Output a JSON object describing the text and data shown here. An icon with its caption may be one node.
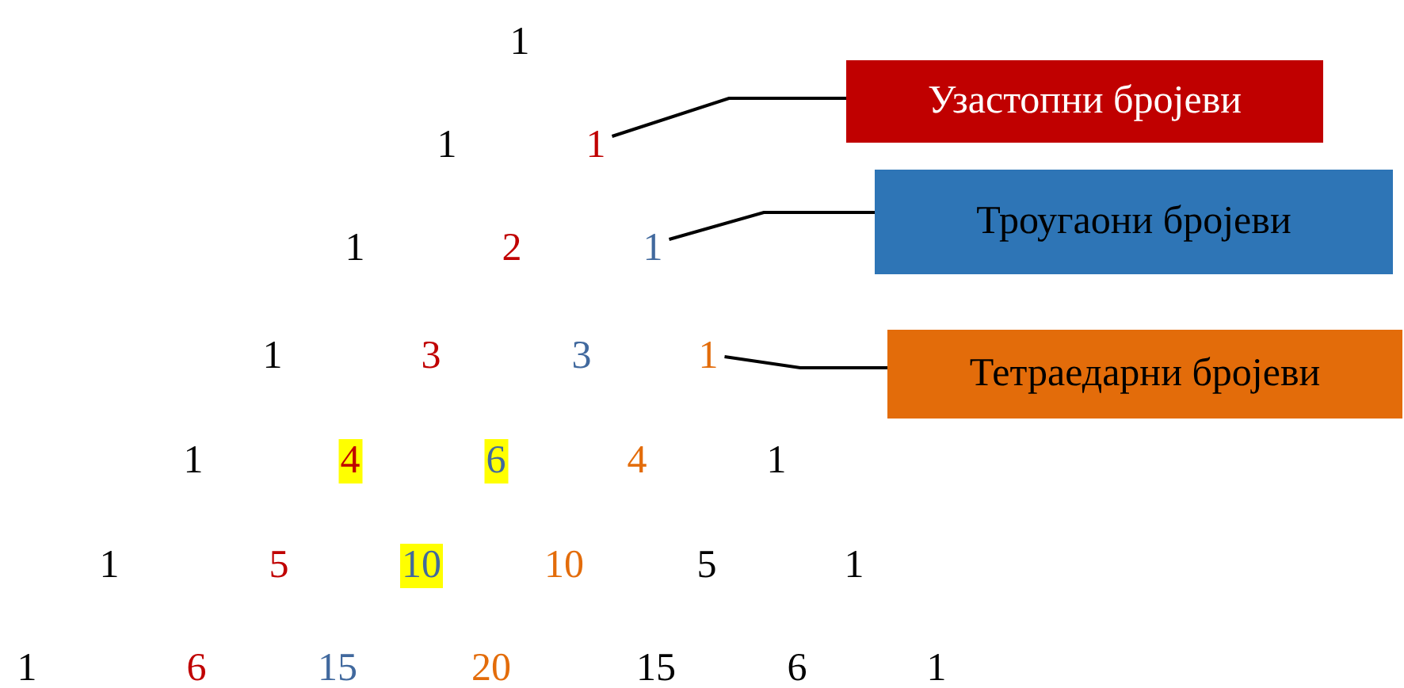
{
  "diagram": {
    "nodes": [
      {
        "text": [
          "Узастопни бројеви"
        ]
      },
      {
        "text": [
          "1"
        ]
      },
      {
        "text": [
          "Троугаони бројеви"
        ]
      },
      {
        "text": [
          "1"
        ]
      },
      {
        "text": [
          "Тетраедарни бројеви"
        ]
      },
      {
        "text": [
          "1"
        ]
      }
    ],
    "edges": [
      {
        "from": 0,
        "to": 1,
        "arrow": "none"
      },
      {
        "from": 2,
        "to": 3,
        "arrow": "none"
      },
      {
        "from": 4,
        "to": 5,
        "arrow": "none"
      }
    ],
    "labels": [
      "1",
      "1",
      "1",
      "2",
      "1",
      "3",
      "3",
      "1",
      "4",
      "6",
      "4",
      "1",
      "1",
      "5",
      "10",
      "10",
      "5",
      "1",
      "1",
      "6",
      "15",
      "20",
      "15",
      "6",
      "1"
    ]
  }
}
